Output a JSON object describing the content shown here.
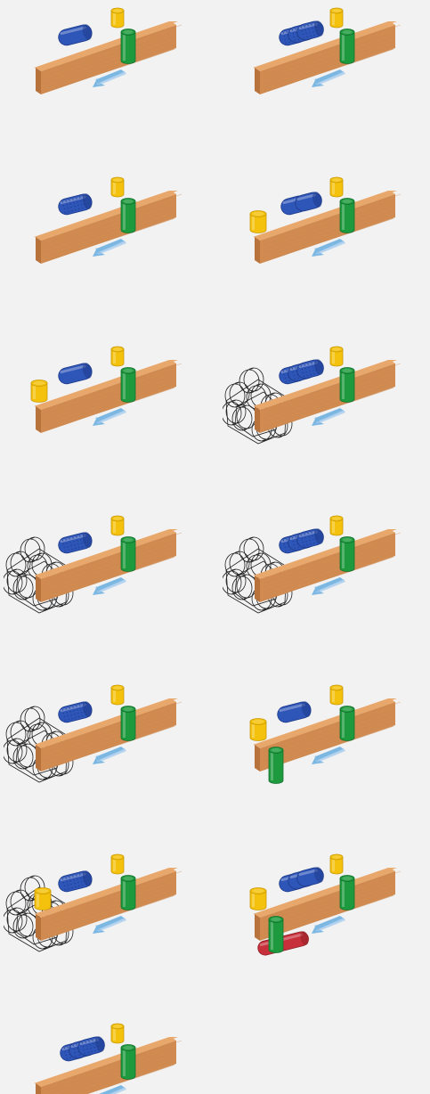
{
  "colors": {
    "background": "#f2f2f3",
    "wood_top": "#e9a86b",
    "wood_front": "#d18a4f",
    "wood_side": "#b8733d",
    "wood_grain": "#c98a52",
    "blue": "#2e55b8",
    "blue_dark": "#1f3c8a",
    "green": "#1e9a3e",
    "green_dark": "#157030",
    "yellow": "#f4c20d",
    "yellow_dark": "#c99a06",
    "red": "#c7303a",
    "red_dark": "#8f1f26",
    "arrow": "#6fb0e0",
    "wire": "#222222"
  },
  "variants": [
    {
      "blue_count": 1,
      "blue_textured": false,
      "yellow_left": false,
      "front_green": false,
      "front_red": false,
      "wire_cage": false,
      "red_under": false
    },
    {
      "blue_count": 3,
      "blue_textured": true,
      "yellow_left": false,
      "front_green": false,
      "front_red": false,
      "wire_cage": false,
      "red_under": true
    },
    {
      "blue_count": 1,
      "blue_textured": true,
      "yellow_left": false,
      "front_green": false,
      "front_red": false,
      "wire_cage": false,
      "red_under": true
    },
    {
      "blue_count": 2,
      "blue_textured": false,
      "yellow_left": true,
      "front_green": false,
      "front_red": false,
      "wire_cage": false,
      "red_under": false
    },
    {
      "blue_count": 1,
      "blue_textured": false,
      "yellow_left": true,
      "front_green": false,
      "front_red": false,
      "wire_cage": false,
      "red_under": false
    },
    {
      "blue_count": 3,
      "blue_textured": true,
      "yellow_left": false,
      "front_green": false,
      "front_red": false,
      "wire_cage": true,
      "red_under": false
    },
    {
      "blue_count": 1,
      "blue_textured": true,
      "yellow_left": false,
      "front_green": false,
      "front_red": false,
      "wire_cage": true,
      "red_under": false
    },
    {
      "blue_count": 3,
      "blue_textured": true,
      "yellow_left": false,
      "front_green": false,
      "front_red": false,
      "wire_cage": true,
      "red_under": true
    },
    {
      "blue_count": 1,
      "blue_textured": true,
      "yellow_left": false,
      "front_green": false,
      "front_red": false,
      "wire_cage": true,
      "red_under": true
    },
    {
      "blue_count": 1,
      "blue_textured": false,
      "yellow_left": true,
      "front_green": true,
      "front_red": false,
      "wire_cage": false,
      "red_under": false
    },
    {
      "blue_count": 1,
      "blue_textured": true,
      "yellow_left": true,
      "front_green": false,
      "front_red": false,
      "wire_cage": true,
      "red_under": false
    },
    {
      "blue_count": 3,
      "blue_textured": false,
      "yellow_left": true,
      "front_green": true,
      "front_red": true,
      "wire_cage": false,
      "red_under": false
    },
    {
      "blue_count": 3,
      "blue_textured": true,
      "yellow_left": false,
      "front_green": false,
      "front_red": false,
      "wire_cage": false,
      "red_under": false
    }
  ]
}
